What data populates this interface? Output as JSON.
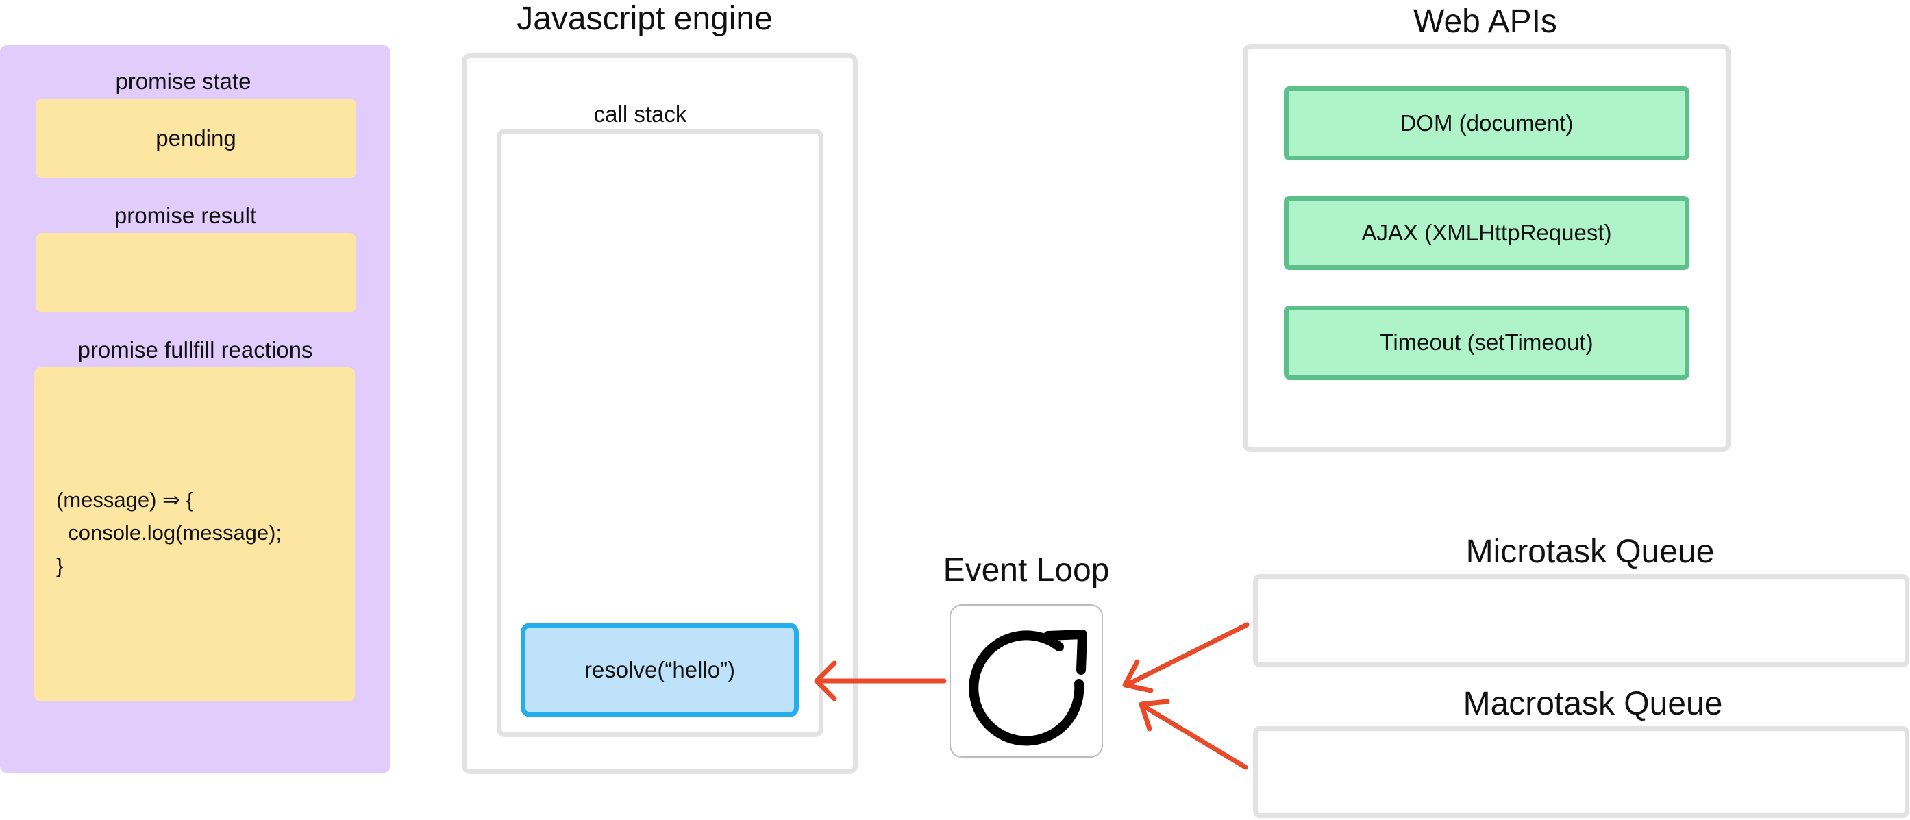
{
  "promise": {
    "state_label": "promise state",
    "state_value": "pending",
    "result_label": "promise result",
    "result_value": "",
    "reactions_label": "promise fullfill reactions",
    "reaction_code": {
      "line1": "(message) ⇒ {",
      "line2": "  console.log(message);",
      "line3": "}"
    }
  },
  "engine": {
    "title": "Javascript engine",
    "call_stack_label": "call stack",
    "stack_frames": [
      "resolve(“hello”)"
    ]
  },
  "web_apis": {
    "title": "Web APIs",
    "items": [
      "DOM (document)",
      "AJAX (XMLHttpRequest)",
      "Timeout (setTimeout)"
    ]
  },
  "event_loop": {
    "title": "Event Loop",
    "icon": "refresh-icon"
  },
  "queues": {
    "microtask_title": "Microtask Queue",
    "macrotask_title": "Macrotask Queue"
  },
  "colors": {
    "promise_panel": "#e2ccfc",
    "yellow": "#fde6a2",
    "stack_frame_fill": "#bde2fa",
    "stack_frame_border": "#25aeec",
    "api_fill": "#aff4c8",
    "api_border": "#5cc08a",
    "arrow": "#e84a2a",
    "frame_border": "#e2e2e2"
  }
}
